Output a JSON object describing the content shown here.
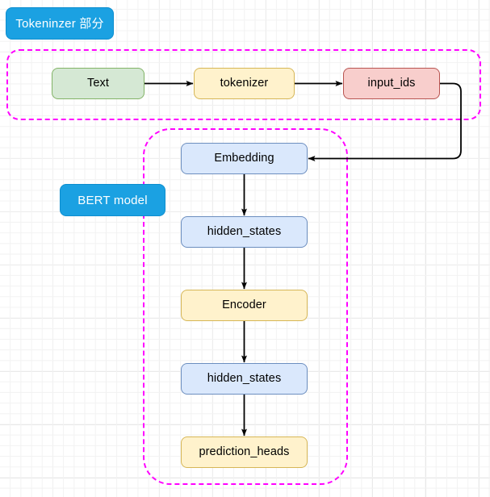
{
  "diagram": {
    "title": "BERT model pipeline flowchart",
    "background": {
      "grid": true,
      "minor_grid_color": "#f2f2f2",
      "major_grid_color": "#e0e0e0",
      "page_color": "#ffffff"
    },
    "regions": [
      {
        "id": "tokenizer-region",
        "label": "Tokeninzer 部分",
        "border_color": "#ff00ff",
        "border_style": "dashed",
        "label_fill": "#1ba1e2",
        "label_text_color": "#ffffff"
      },
      {
        "id": "bert-region",
        "label": "BERT model",
        "border_color": "#ff00ff",
        "border_style": "dashed",
        "label_fill": "#1ba1e2",
        "label_text_color": "#ffffff"
      }
    ],
    "nodes": [
      {
        "id": "text",
        "label": "Text",
        "fill": "#d5e8d4",
        "stroke": "#82b366"
      },
      {
        "id": "tokenizer",
        "label": "tokenizer",
        "fill": "#fff2cc",
        "stroke": "#d6b656"
      },
      {
        "id": "input_ids",
        "label": "input_ids",
        "fill": "#f8cecc",
        "stroke": "#b85450"
      },
      {
        "id": "embedding",
        "label": "Embedding",
        "fill": "#dae8fc",
        "stroke": "#6c8ebf"
      },
      {
        "id": "hidden_states_1",
        "label": "hidden_states",
        "fill": "#dae8fc",
        "stroke": "#6c8ebf"
      },
      {
        "id": "encoder",
        "label": "Encoder",
        "fill": "#fff2cc",
        "stroke": "#d6b656"
      },
      {
        "id": "hidden_states_2",
        "label": "hidden_states",
        "fill": "#dae8fc",
        "stroke": "#6c8ebf"
      },
      {
        "id": "prediction_heads",
        "label": "prediction_heads",
        "fill": "#fff2cc",
        "stroke": "#d6b656"
      }
    ],
    "edges": [
      {
        "from": "text",
        "to": "tokenizer",
        "style": "straight-horizontal",
        "color": "#000000"
      },
      {
        "from": "tokenizer",
        "to": "input_ids",
        "style": "straight-horizontal",
        "color": "#000000"
      },
      {
        "from": "input_ids",
        "to": "embedding",
        "style": "orthogonal-loop",
        "color": "#000000"
      },
      {
        "from": "embedding",
        "to": "hidden_states_1",
        "style": "straight-vertical",
        "color": "#000000"
      },
      {
        "from": "hidden_states_1",
        "to": "encoder",
        "style": "straight-vertical",
        "color": "#000000"
      },
      {
        "from": "encoder",
        "to": "hidden_states_2",
        "style": "straight-vertical",
        "color": "#000000"
      },
      {
        "from": "hidden_states_2",
        "to": "prediction_heads",
        "style": "straight-vertical",
        "color": "#000000"
      }
    ]
  }
}
